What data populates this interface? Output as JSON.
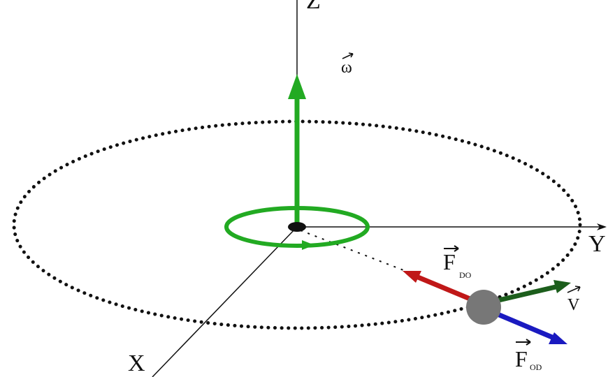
{
  "axes": {
    "x_label": "X",
    "y_label": "Y",
    "z_label": "Z"
  },
  "vectors": {
    "omega": {
      "symbol": "ω",
      "color": "#22aa22"
    },
    "velocity": {
      "symbol": "V",
      "color": "#1c5e1c"
    },
    "f_do": {
      "symbol": "F",
      "subscript": "DO",
      "color": "#c01818"
    },
    "f_od": {
      "symbol": "F",
      "subscript": "OD",
      "color": "#1a1ac0"
    }
  },
  "colors": {
    "orbit": "#111111",
    "rotation_ring": "#22aa22",
    "mass": "#777777",
    "axis": "#111111"
  },
  "icons": [
    "vector-arrow-icon",
    "rotation-ring-icon"
  ]
}
